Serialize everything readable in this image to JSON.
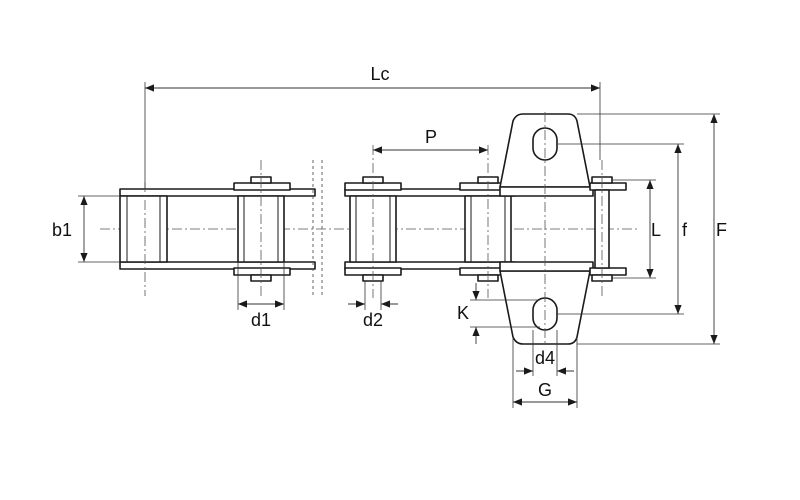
{
  "labels": {
    "overall_length": "Lc",
    "pitch": "P",
    "inner_width": "b1",
    "roller_diameter": "d1",
    "pin_diameter": "d2",
    "hole_spacing_inner": "L",
    "hole_spacing_outer": "f",
    "attachment_height": "F",
    "hole_offset": "K",
    "hole_diameter": "d4",
    "attachment_width": "G"
  }
}
